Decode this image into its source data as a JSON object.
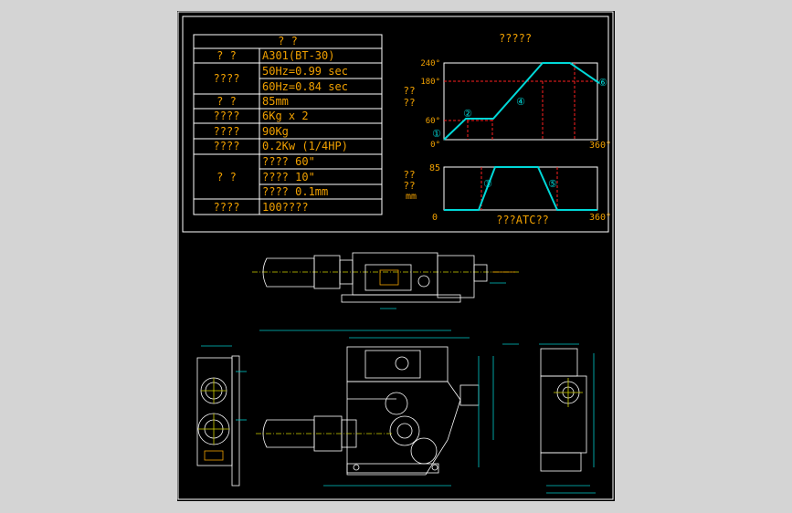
{
  "colors": {
    "background": "#000000",
    "page": "#d4d4d4",
    "line": "#ffffff",
    "text": "#f0a000",
    "motion": "#00d8d8",
    "dashed": "#ff2020",
    "dim": "#d0d000",
    "cyan_dim": "#00c8c8"
  },
  "spec_table": {
    "title": "?    ?",
    "rows": [
      {
        "label": "?    ?",
        "values": [
          "A301(BT-30)"
        ]
      },
      {
        "label": "????",
        "values": [
          "50Hz=0.99 sec",
          "60Hz=0.84 sec"
        ]
      },
      {
        "label": "?    ?",
        "values": [
          "85mm"
        ]
      },
      {
        "label": "????",
        "values": [
          "6Kg x 2"
        ]
      },
      {
        "label": "????",
        "values": [
          "90Kg"
        ]
      },
      {
        "label": "????",
        "values": [
          "0.2Kw (1/4HP)"
        ]
      },
      {
        "label": "?    ?",
        "values": [
          "???? 60\"",
          "???? 10\"",
          "???? 0.1mm"
        ]
      },
      {
        "label": "????",
        "values": [
          "100????"
        ]
      }
    ]
  },
  "timing_chart": {
    "title": "?????",
    "footer": "???ATC??",
    "upper": {
      "ylabel": [
        "??",
        "??"
      ],
      "y_ticks": [
        "240°",
        "180°",
        "60°",
        "0°"
      ],
      "x_end": "360°",
      "markers": [
        "①",
        "②",
        "④",
        "⑥"
      ]
    },
    "lower": {
      "ylabel": [
        "??",
        "??",
        "mm"
      ],
      "y_ticks": [
        "85",
        "0"
      ],
      "x_end": "360°",
      "markers": [
        "③",
        "⑤"
      ]
    }
  }
}
